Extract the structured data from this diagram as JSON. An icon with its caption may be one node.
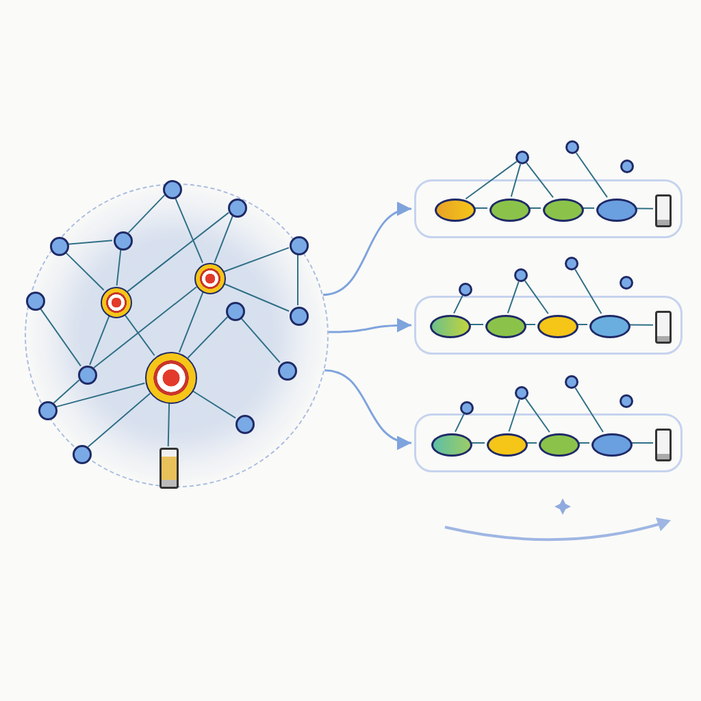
{
  "diagram": {
    "nodes": [
      {
        "text": [],
        "shape": "circle"
      },
      {
        "text": [],
        "shape": "circle",
        "in": 0
      },
      {
        "text": [],
        "shape": "circle",
        "in": 0
      },
      {
        "text": [],
        "shape": "circle",
        "in": 0
      },
      {
        "text": [],
        "shape": "circle",
        "in": 0
      },
      {
        "text": [],
        "shape": "circle",
        "in": 0
      },
      {
        "text": [],
        "shape": "circle",
        "in": 0
      },
      {
        "text": [],
        "shape": "target",
        "in": 0
      },
      {
        "text": [],
        "shape": "target",
        "in": 0
      },
      {
        "text": [],
        "shape": "circle",
        "in": 0
      },
      {
        "text": [],
        "shape": "circle",
        "in": 0
      },
      {
        "text": [],
        "shape": "circle",
        "in": 0
      },
      {
        "text": [],
        "shape": "target",
        "in": 0
      },
      {
        "text": [],
        "shape": "circle",
        "in": 0
      },
      {
        "text": [],
        "shape": "circle",
        "in": 0
      },
      {
        "text": [],
        "shape": "circle",
        "in": 0
      },
      {
        "text": [],
        "shape": "circle",
        "in": 0
      },
      {
        "text": [],
        "shape": "battery",
        "in": 0
      },
      {
        "text": [],
        "shape": "box"
      },
      {
        "text": [],
        "shape": "ellipse",
        "in": 18
      },
      {
        "text": [],
        "shape": "ellipse",
        "in": 18
      },
      {
        "text": [],
        "shape": "ellipse",
        "in": 18
      },
      {
        "text": [],
        "shape": "ellipse",
        "in": 18
      },
      {
        "text": [],
        "shape": "battery",
        "in": 18
      },
      {
        "text": [],
        "shape": "circle"
      },
      {
        "text": [],
        "shape": "circle"
      },
      {
        "text": [],
        "shape": "circle"
      },
      {
        "text": [],
        "shape": "box"
      },
      {
        "text": [],
        "shape": "ellipse",
        "in": 27
      },
      {
        "text": [],
        "shape": "ellipse",
        "in": 27
      },
      {
        "text": [],
        "shape": "ellipse",
        "in": 27
      },
      {
        "text": [],
        "shape": "ellipse",
        "in": 27
      },
      {
        "text": [],
        "shape": "battery",
        "in": 27
      },
      {
        "text": [],
        "shape": "circle"
      },
      {
        "text": [],
        "shape": "circle"
      },
      {
        "text": [],
        "shape": "circle"
      },
      {
        "text": [],
        "shape": "circle"
      },
      {
        "text": [],
        "shape": "box"
      },
      {
        "text": [],
        "shape": "ellipse",
        "in": 37
      },
      {
        "text": [],
        "shape": "ellipse",
        "in": 37
      },
      {
        "text": [],
        "shape": "ellipse",
        "in": 37
      },
      {
        "text": [],
        "shape": "ellipse",
        "in": 37
      },
      {
        "text": [],
        "shape": "battery",
        "in": 37
      },
      {
        "text": [],
        "shape": "circle"
      },
      {
        "text": [],
        "shape": "circle"
      },
      {
        "text": [],
        "shape": "circle"
      },
      {
        "text": [],
        "shape": "circle"
      }
    ],
    "edges": [
      {
        "from": 1,
        "to": 4,
        "arrow": "none"
      },
      {
        "from": 1,
        "to": 8,
        "arrow": "none"
      },
      {
        "from": 2,
        "to": 8,
        "arrow": "none"
      },
      {
        "from": 2,
        "to": 7,
        "arrow": "none"
      },
      {
        "from": 3,
        "to": 4,
        "arrow": "none"
      },
      {
        "from": 3,
        "to": 7,
        "arrow": "none"
      },
      {
        "from": 4,
        "to": 7,
        "arrow": "none"
      },
      {
        "from": 5,
        "to": 8,
        "arrow": "none"
      },
      {
        "from": 5,
        "to": 10,
        "arrow": "none"
      },
      {
        "from": 6,
        "to": 11,
        "arrow": "none"
      },
      {
        "from": 7,
        "to": 11,
        "arrow": "none"
      },
      {
        "from": 7,
        "to": 12,
        "arrow": "none"
      },
      {
        "from": 8,
        "to": 10,
        "arrow": "none"
      },
      {
        "from": 8,
        "to": 12,
        "arrow": "none"
      },
      {
        "from": 8,
        "to": 11,
        "arrow": "none"
      },
      {
        "from": 9,
        "to": 13,
        "arrow": "none"
      },
      {
        "from": 9,
        "to": 12,
        "arrow": "none"
      },
      {
        "from": 12,
        "to": 14,
        "arrow": "none"
      },
      {
        "from": 12,
        "to": 16,
        "arrow": "none"
      },
      {
        "from": 12,
        "to": 15,
        "arrow": "none"
      },
      {
        "from": 12,
        "to": 17,
        "arrow": "none"
      },
      {
        "from": 14,
        "to": 11,
        "arrow": "none"
      },
      {
        "from": 0,
        "to": 18,
        "arrow": "to",
        "color": "#7fa3dd"
      },
      {
        "from": 0,
        "to": 27,
        "arrow": "to",
        "color": "#7fa3dd"
      },
      {
        "from": 0,
        "to": 37,
        "arrow": "to",
        "color": "#7fa3dd"
      },
      {
        "from": 19,
        "to": 20,
        "arrow": "none"
      },
      {
        "from": 20,
        "to": 21,
        "arrow": "none"
      },
      {
        "from": 21,
        "to": 22,
        "arrow": "none"
      },
      {
        "from": 22,
        "to": 23,
        "arrow": "none"
      },
      {
        "from": 24,
        "to": 19,
        "arrow": "none"
      },
      {
        "from": 24,
        "to": 20,
        "arrow": "none"
      },
      {
        "from": 24,
        "to": 21,
        "arrow": "none"
      },
      {
        "from": 25,
        "to": 22,
        "arrow": "none"
      },
      {
        "from": 28,
        "to": 29,
        "arrow": "none"
      },
      {
        "from": 29,
        "to": 30,
        "arrow": "none"
      },
      {
        "from": 30,
        "to": 31,
        "arrow": "none"
      },
      {
        "from": 31,
        "to": 32,
        "arrow": "none"
      },
      {
        "from": 33,
        "to": 28,
        "arrow": "none"
      },
      {
        "from": 34,
        "to": 29,
        "arrow": "none"
      },
      {
        "from": 34,
        "to": 30,
        "arrow": "none"
      },
      {
        "from": 35,
        "to": 31,
        "arrow": "none"
      },
      {
        "from": 38,
        "to": 39,
        "arrow": "none"
      },
      {
        "from": 39,
        "to": 40,
        "arrow": "none"
      },
      {
        "from": 40,
        "to": 41,
        "arrow": "none"
      },
      {
        "from": 41,
        "to": 42,
        "arrow": "none"
      },
      {
        "from": 43,
        "to": 38,
        "arrow": "none"
      },
      {
        "from": 44,
        "to": 39,
        "arrow": "none"
      },
      {
        "from": 44,
        "to": 40,
        "arrow": "none"
      },
      {
        "from": 45,
        "to": 41,
        "arrow": "none"
      }
    ]
  }
}
